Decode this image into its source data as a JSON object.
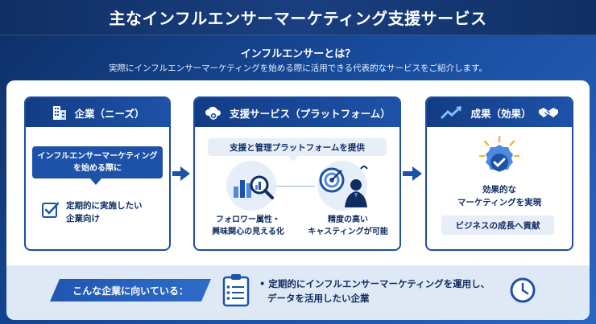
{
  "title": "主なインフルエンサーマーケティング支援サービス",
  "intro": {
    "heading": "インフルエンサーとは？",
    "text": "実際にインフルエンサーマーケティングを始める際に活用できる代表的なサービスをご紹介します。"
  },
  "columns": {
    "company": {
      "header": "企業（ニーズ）",
      "bubble_line1": "インフルエンサーマーケティング",
      "bubble_line2": "を始める際に",
      "item_line1": "定期的に実施したい",
      "item_line2": "企業向け"
    },
    "support": {
      "header": "支援サービス（プラットフォーム）",
      "pill": "支援と管理プラットフォームを提供",
      "service1_line1": "フォロワー属性・",
      "service1_line2": "興味関心の見える化",
      "service2_line1": "精度の高い",
      "service2_line2": "キャスティングが可能"
    },
    "result": {
      "header": "成果（効果）",
      "label_line1": "効果的な",
      "label_line2": "マーケティングを実現",
      "pill": "ビジネスの成長へ貢献"
    }
  },
  "bottom": {
    "tag": "こんな企業に向いている：",
    "line1": "• 定期的にインフルエンサーマーケティングを運用し、",
    "line2": "データを活用したい企業"
  },
  "colors": {
    "primary": "#1d52a8",
    "dark": "#0f2d62",
    "light_bg": "#e7eef8",
    "band_bg": "#dfe9f6"
  }
}
